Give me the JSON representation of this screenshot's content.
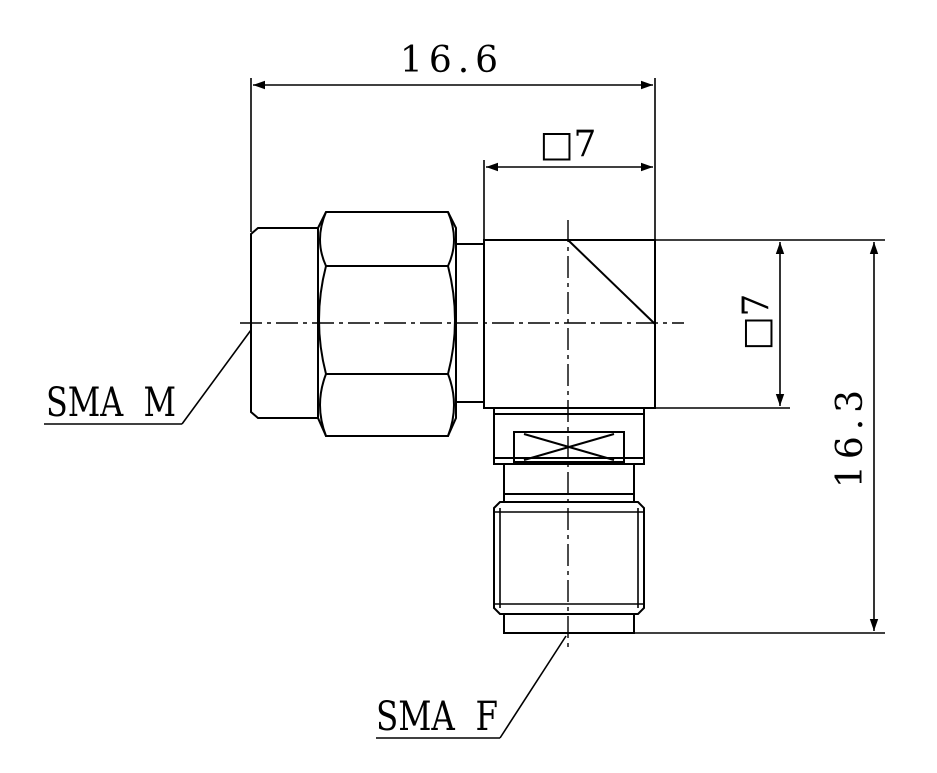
{
  "drawing": {
    "dim_overall_width": "16.6",
    "dim_body_width": "□7",
    "dim_body_height": "□7",
    "dim_overall_height": "16.3",
    "label_male_connector": "SMA  M",
    "label_female_connector": "SMA  F"
  },
  "colors": {
    "line": "#000000",
    "background": "#ffffff"
  }
}
